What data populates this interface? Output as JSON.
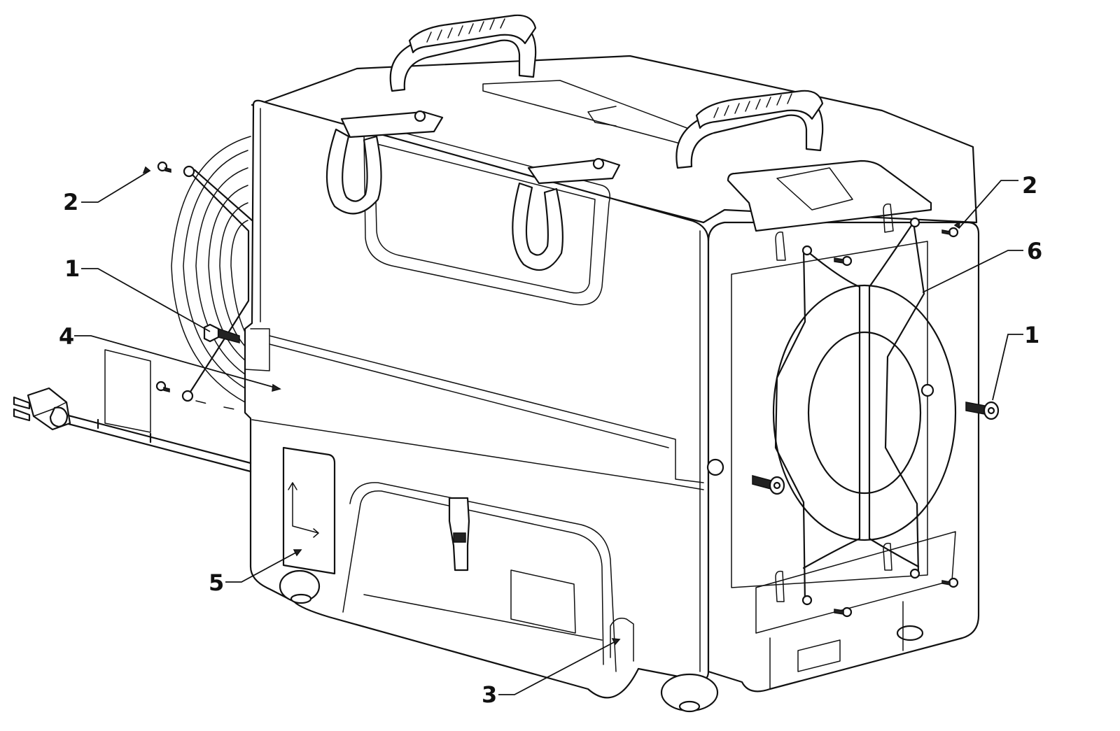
{
  "callouts": [
    {
      "id": "c2-left",
      "label": "2"
    },
    {
      "id": "c1-left",
      "label": "1"
    },
    {
      "id": "c4",
      "label": "4"
    },
    {
      "id": "c5",
      "label": "5"
    },
    {
      "id": "c3",
      "label": "3"
    },
    {
      "id": "c2-right",
      "label": "2"
    },
    {
      "id": "c6",
      "label": "6"
    },
    {
      "id": "c1-right",
      "label": "1"
    }
  ],
  "icons": [
    "handle-icon",
    "fan-grille-icon",
    "power-plug-icon",
    "screw-icon",
    "arrow-icon"
  ]
}
